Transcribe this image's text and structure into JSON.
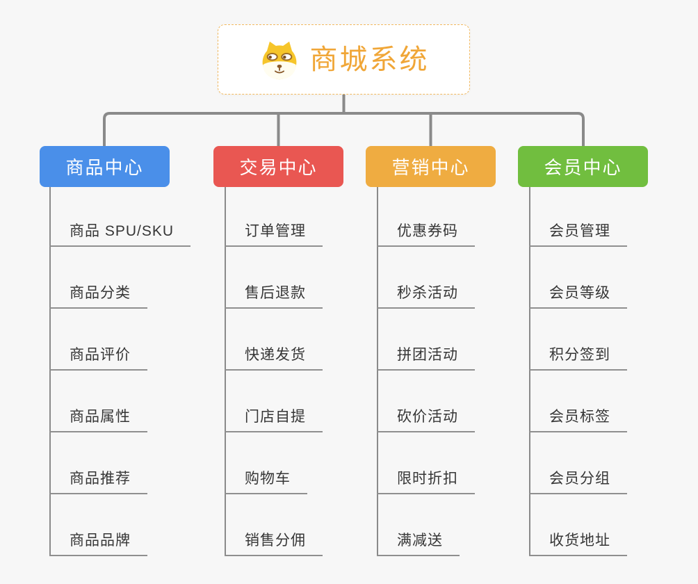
{
  "root": {
    "title": "商城系统",
    "icon": "dog-face-icon",
    "title_color": "#F0A637",
    "border_color": "#F2B95F"
  },
  "branches": [
    {
      "label": "商品中心",
      "color": "#4A8FE9",
      "items": [
        "商品 SPU/SKU",
        "商品分类",
        "商品评价",
        "商品属性",
        "商品推荐",
        "商品品牌"
      ]
    },
    {
      "label": "交易中心",
      "color": "#E95752",
      "items": [
        "订单管理",
        "售后退款",
        "快递发货",
        "门店自提",
        "购物车",
        "销售分佣"
      ]
    },
    {
      "label": "营销中心",
      "color": "#EFAC41",
      "items": [
        "优惠券码",
        "秒杀活动",
        "拼团活动",
        "砍价活动",
        "限时折扣",
        "满减送"
      ]
    },
    {
      "label": "会员中心",
      "color": "#71BE3F",
      "items": [
        "会员管理",
        "会员等级",
        "积分签到",
        "会员标签",
        "会员分组",
        "收货地址"
      ]
    }
  ],
  "colors": {
    "background": "#F7F7F7",
    "connector": "#8A8A8A",
    "item_text": "#363636",
    "item_line": "#8F8F8F"
  }
}
